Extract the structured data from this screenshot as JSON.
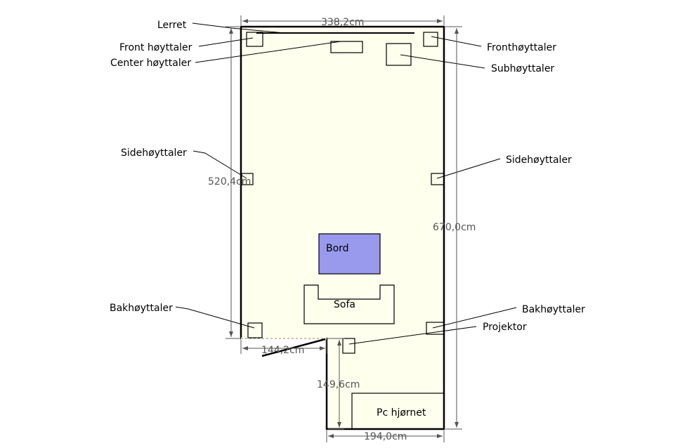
{
  "plan": {
    "colors": {
      "floor": "#FFFFEE",
      "wall": "#000000",
      "table": "#9999EE",
      "dimension": "#555555"
    },
    "labels": {
      "lerret": "Lerret",
      "front_left": "Front høyttaler",
      "center": "Center høyttaler",
      "front_right": "Fronthøyttaler",
      "sub": "Subhøyttaler",
      "side_left": "Sidehøyttaler",
      "side_right": "Sidehøyttaler",
      "rear_left": "Bakhøyttaler",
      "rear_right": "Bakhøyttaler",
      "projector": "Projektor"
    },
    "furniture": {
      "table": "Bord",
      "sofa": "Sofa",
      "pc_corner": "Pc hjørnet"
    },
    "dimensions": {
      "top_width": "338,2cm",
      "left_height": "520,4cm",
      "right_height": "670,0cm",
      "step_width": "144,2cm",
      "nook_height": "149,6cm",
      "bottom_width": "194,0cm"
    }
  }
}
